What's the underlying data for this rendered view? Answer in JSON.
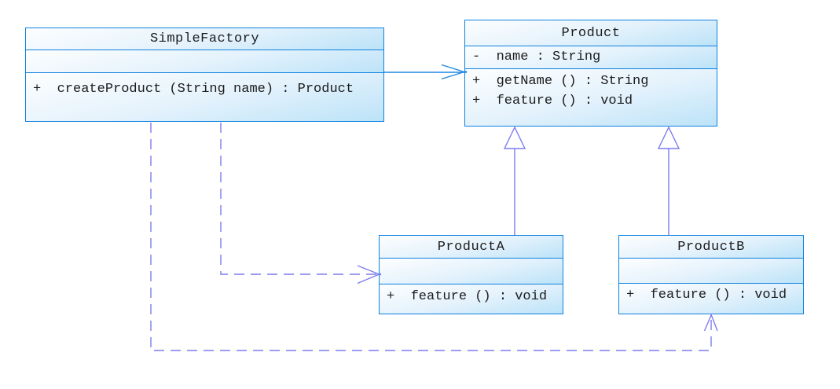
{
  "colors": {
    "background": "#ffffff",
    "box_border": "#0f82df",
    "box_fill_top": "#fdfeff",
    "box_fill_mid": "#e4f2fc",
    "box_fill_bottom": "#bce3f8",
    "association": "#1f87e0",
    "generalization": "#7d7cee",
    "dependency": "#7d7cee",
    "text": "#1c1c1c"
  },
  "classes": [
    {
      "name": "SimpleFactory",
      "attributes": [],
      "methods": [
        "+  createProduct (String name) : Product"
      ]
    },
    {
      "name": "Product",
      "attributes": [
        "-  name : String"
      ],
      "methods": [
        "+  getName () : String",
        "+  feature () : void"
      ]
    },
    {
      "name": "ProductA",
      "attributes": [],
      "methods": [
        "+  feature () : void"
      ]
    },
    {
      "name": "ProductB",
      "attributes": [],
      "methods": [
        "+  feature () : void"
      ]
    }
  ],
  "relationships": [
    {
      "type": "association",
      "from": "SimpleFactory",
      "to": "Product",
      "line": "solid",
      "arrow": "open"
    },
    {
      "type": "generalization",
      "from": "ProductA",
      "to": "Product",
      "line": "solid",
      "arrow": "hollow-triangle"
    },
    {
      "type": "generalization",
      "from": "ProductB",
      "to": "Product",
      "line": "solid",
      "arrow": "hollow-triangle"
    },
    {
      "type": "dependency",
      "from": "SimpleFactory",
      "to": "ProductA",
      "line": "dashed",
      "arrow": "open"
    },
    {
      "type": "dependency",
      "from": "SimpleFactory",
      "to": "ProductB",
      "line": "dashed",
      "arrow": "open"
    }
  ]
}
